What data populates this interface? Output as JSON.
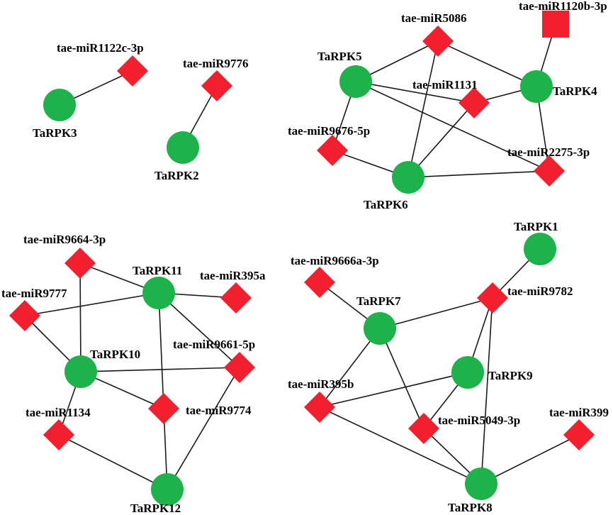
{
  "network": {
    "colors": {
      "gene": "#1db34a",
      "mirna": "#f2202e",
      "edge": "#1a1a1a"
    },
    "node_types": {
      "gene": "circle",
      "mirna": "diamond"
    },
    "nodes": [
      {
        "id": "TaRPK3",
        "label": "TaRPK3",
        "type": "gene"
      },
      {
        "id": "miR1122c",
        "label": "tae-miR1122c-3p",
        "type": "mirna"
      },
      {
        "id": "TaRPK2",
        "label": "TaRPK2",
        "type": "gene"
      },
      {
        "id": "miR9776",
        "label": "tae-miR9776",
        "type": "mirna"
      },
      {
        "id": "TaRPK5",
        "label": "TaRPK5",
        "type": "gene"
      },
      {
        "id": "TaRPK4",
        "label": "TaRPK4",
        "type": "gene"
      },
      {
        "id": "TaRPK6",
        "label": "TaRPK6",
        "type": "gene"
      },
      {
        "id": "miR5086",
        "label": "tae-miR5086",
        "type": "mirna"
      },
      {
        "id": "miR1120b",
        "label": "tae-miR1120b-3p",
        "type": "mirna",
        "shape": "square"
      },
      {
        "id": "miR1131",
        "label": "tae-miR1131",
        "type": "mirna"
      },
      {
        "id": "miR9676",
        "label": "tae-miR9676-5p",
        "type": "mirna"
      },
      {
        "id": "miR2275",
        "label": "tae-miR2275-3p",
        "type": "mirna"
      },
      {
        "id": "TaRPK11",
        "label": "TaRPK11",
        "type": "gene"
      },
      {
        "id": "TaRPK10",
        "label": "TaRPK10",
        "type": "gene"
      },
      {
        "id": "TaRPK12",
        "label": "TaRPK12",
        "type": "gene"
      },
      {
        "id": "miR9664",
        "label": "tae-miR9664-3p",
        "type": "mirna"
      },
      {
        "id": "miR9777",
        "label": "tae-miR9777",
        "type": "mirna"
      },
      {
        "id": "miR395a",
        "label": "tae-miR395a",
        "type": "mirna"
      },
      {
        "id": "miR9661",
        "label": "tae-miR9661-5p",
        "type": "mirna"
      },
      {
        "id": "miR9774",
        "label": "tae-miR9774",
        "type": "mirna"
      },
      {
        "id": "miR1134",
        "label": "tae-miR1134",
        "type": "mirna"
      },
      {
        "id": "TaRPK1",
        "label": "TaRPK1",
        "type": "gene"
      },
      {
        "id": "TaRPK7",
        "label": "TaRPK7",
        "type": "gene"
      },
      {
        "id": "TaRPK9",
        "label": "TaRPK9",
        "type": "gene"
      },
      {
        "id": "TaRPK8",
        "label": "TaRPK8",
        "type": "gene"
      },
      {
        "id": "miR9666a",
        "label": "tae-miR9666a-3p",
        "type": "mirna"
      },
      {
        "id": "miR9782",
        "label": "tae-miR9782",
        "type": "mirna"
      },
      {
        "id": "miR395b",
        "label": "tae-miR395b",
        "type": "mirna"
      },
      {
        "id": "miR5049",
        "label": "tae-miR5049-3p",
        "type": "mirna"
      },
      {
        "id": "miR399",
        "label": "tae-miR399",
        "type": "mirna"
      }
    ],
    "edges": [
      [
        "TaRPK3",
        "miR1122c"
      ],
      [
        "TaRPK2",
        "miR9776"
      ],
      [
        "miR5086",
        "TaRPK5"
      ],
      [
        "miR5086",
        "TaRPK4"
      ],
      [
        "miR5086",
        "TaRPK6"
      ],
      [
        "TaRPK4",
        "miR1120b"
      ],
      [
        "TaRPK5",
        "miR1131"
      ],
      [
        "TaRPK5",
        "miR2275"
      ],
      [
        "TaRPK5",
        "miR9676"
      ],
      [
        "miR1131",
        "TaRPK4"
      ],
      [
        "miR1131",
        "TaRPK6"
      ],
      [
        "TaRPK4",
        "miR2275"
      ],
      [
        "TaRPK6",
        "miR9676"
      ],
      [
        "TaRPK6",
        "miR2275"
      ],
      [
        "miR9664",
        "TaRPK11"
      ],
      [
        "miR9664",
        "TaRPK10"
      ],
      [
        "miR9777",
        "TaRPK11"
      ],
      [
        "miR9777",
        "TaRPK10"
      ],
      [
        "TaRPK11",
        "miR395a"
      ],
      [
        "TaRPK11",
        "miR9774"
      ],
      [
        "TaRPK11",
        "miR9661"
      ],
      [
        "TaRPK10",
        "miR9661"
      ],
      [
        "TaRPK10",
        "miR9774"
      ],
      [
        "TaRPK10",
        "miR1134"
      ],
      [
        "miR9774",
        "TaRPK12"
      ],
      [
        "miR9661",
        "TaRPK12"
      ],
      [
        "miR1134",
        "TaRPK12"
      ],
      [
        "TaRPK1",
        "miR9782"
      ],
      [
        "miR9666a",
        "TaRPK7"
      ],
      [
        "TaRPK7",
        "miR9782"
      ],
      [
        "TaRPK7",
        "miR395b"
      ],
      [
        "TaRPK7",
        "miR5049"
      ],
      [
        "miR9782",
        "TaRPK9"
      ],
      [
        "miR9782",
        "TaRPK8"
      ],
      [
        "TaRPK9",
        "miR395b"
      ],
      [
        "TaRPK9",
        "miR5049"
      ],
      [
        "miR395b",
        "TaRPK8"
      ],
      [
        "miR5049",
        "TaRPK8"
      ],
      [
        "miR399",
        "TaRPK8"
      ]
    ]
  }
}
